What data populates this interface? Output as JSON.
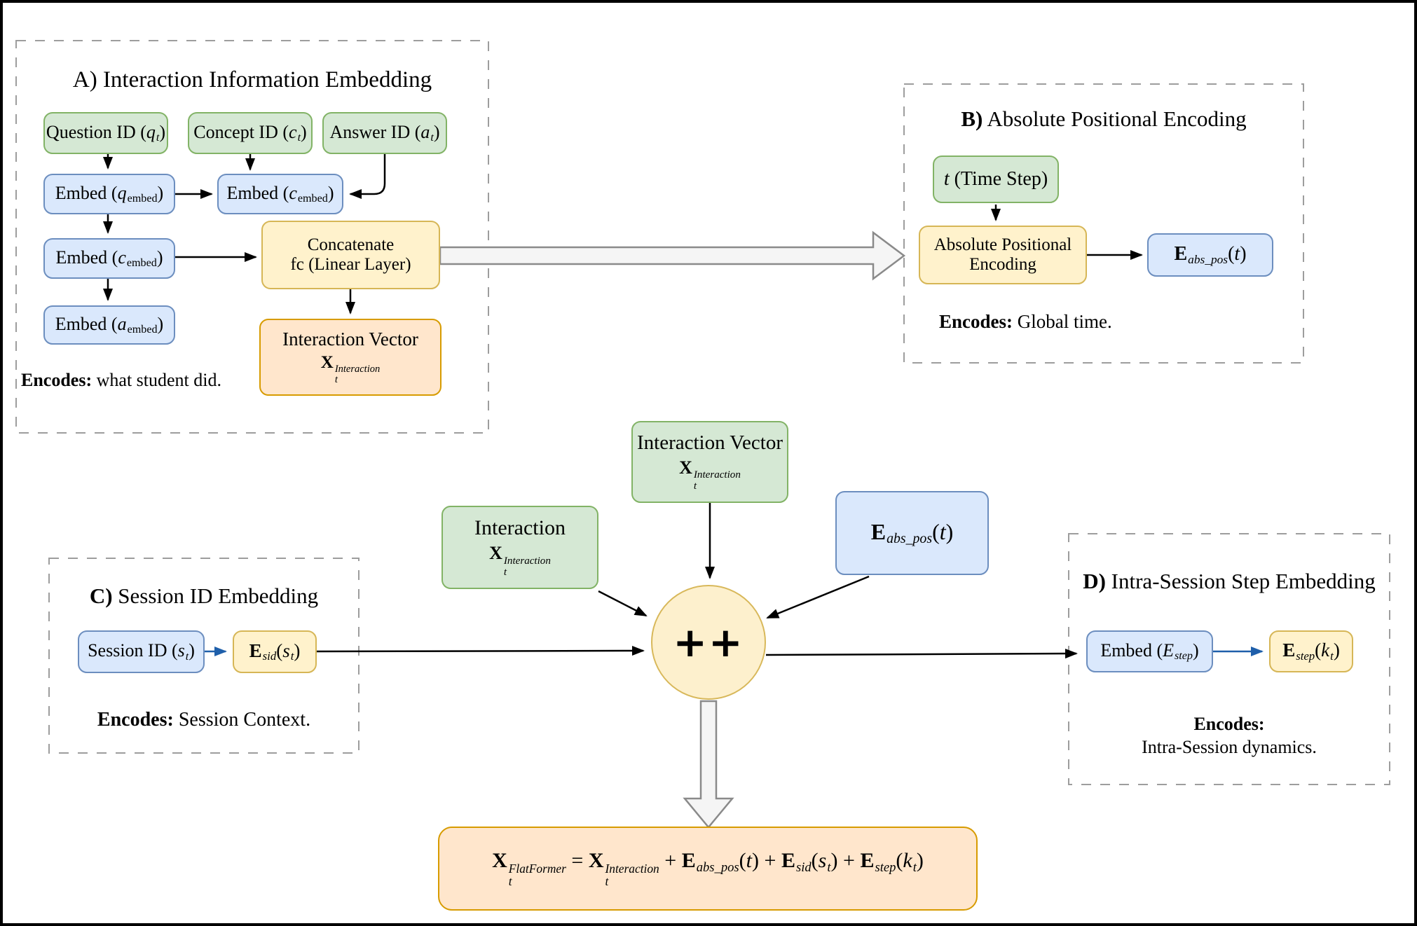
{
  "colors": {
    "green_fill": "#d5e8d4",
    "green_stroke": "#82b366",
    "blue_fill": "#dae8fc",
    "blue_stroke": "#6c8ebf",
    "yellow_fill": "#fff2cc",
    "yellow_stroke": "#d6b656",
    "orange_fill": "#ffe6cc",
    "orange_stroke": "#d79b00",
    "circle_fill": "#fdf0cd",
    "circle_stroke": "#d8b85a",
    "dashed_border": "#9d9d9d",
    "arrow_black": "#000000",
    "arrow_blue": "#1f5faa",
    "hollow_arrow_fill": "#f5f5f5",
    "hollow_arrow_stroke": "#8a8a8a"
  },
  "panel_a": {
    "title_prefix": "A)",
    "title_rest": " Interaction Information Embedding",
    "question_box": [
      {
        "x": "Question ID ("
      },
      {
        "s": "i",
        "x": "q",
        "sub": "t"
      },
      {
        "x": ")"
      }
    ],
    "concept_box": [
      {
        "x": "Concept ID ("
      },
      {
        "s": "i",
        "x": "c",
        "sub": "t"
      },
      {
        "x": ")"
      }
    ],
    "answer_box": [
      {
        "x": "Answer ID ("
      },
      {
        "s": "i",
        "x": "a",
        "sub": "t"
      },
      {
        "x": ")"
      }
    ],
    "embed_q": [
      {
        "x": "Embed ("
      },
      {
        "s": "i",
        "x": "q",
        "sub": "embed",
        "subr": true
      },
      {
        "x": ")"
      }
    ],
    "embed_c1": [
      {
        "x": "Embed ("
      },
      {
        "s": "i",
        "x": "c",
        "sub": "embed",
        "subr": true
      },
      {
        "x": ")"
      }
    ],
    "embed_c2": [
      {
        "x": "Embed ("
      },
      {
        "s": "i",
        "x": "c",
        "sub": "embed",
        "subr": true
      },
      {
        "x": ")"
      }
    ],
    "embed_a": [
      {
        "x": "Embed ("
      },
      {
        "s": "i",
        "x": "a",
        "sub": "embed",
        "subr": true
      },
      {
        "x": ")"
      }
    ],
    "concat_line1": "Concatenate",
    "concat_line2": "fc (Linear Layer)",
    "ivec_line1": "Interaction Vector",
    "ivec_math": [
      {
        "s": "b",
        "x": "X",
        "sub": "t",
        "sup": "Interaction"
      }
    ],
    "encodes_bold": "Encodes:",
    "encodes_rest": " what student did."
  },
  "panel_b": {
    "title_prefix": "B)",
    "title_rest": " Absolute Positional Encoding",
    "time_box": [
      {
        "s": "i",
        "x": "t"
      },
      {
        "x": " (Time Step)"
      }
    ],
    "ape_line1": "Absolute Positional",
    "ape_line2": "Encoding",
    "eabs_math": [
      {
        "s": "b",
        "x": "E",
        "sub": "abs_pos"
      },
      {
        "x": "("
      },
      {
        "s": "i",
        "x": "t"
      },
      {
        "x": ")"
      }
    ],
    "encodes_bold": "Encodes:",
    "encodes_rest": " Global time."
  },
  "panel_c": {
    "title_prefix": "C)",
    "title_rest": " Session ID Embedding",
    "session_box": [
      {
        "x": "Session ID ("
      },
      {
        "s": "i",
        "x": "s",
        "sub": "t"
      },
      {
        "x": ")"
      }
    ],
    "esid_math": [
      {
        "s": "b",
        "x": "E",
        "sub": "sid"
      },
      {
        "x": "("
      },
      {
        "s": "i",
        "x": "s",
        "sub": "t"
      },
      {
        "x": ")"
      }
    ],
    "encodes_bold": "Encodes:",
    "encodes_rest": " Session Context."
  },
  "panel_d": {
    "title_prefix": "D)",
    "title_rest": " Intra-Session Step Embedding",
    "embed_estep": [
      {
        "x": "Embed ("
      },
      {
        "s": "i",
        "x": "E",
        "sub": "step"
      },
      {
        "x": ")"
      }
    ],
    "estep_math": [
      {
        "s": "b",
        "x": "E",
        "sub": "step"
      },
      {
        "x": "("
      },
      {
        "s": "i",
        "x": "k",
        "sub": "t"
      },
      {
        "x": ")"
      }
    ],
    "encodes_bold": "Encodes:",
    "encodes_line2": "Intra-Session dynamics."
  },
  "center": {
    "interaction_line1": "Interaction",
    "interaction_math": [
      {
        "s": "b",
        "x": "X",
        "sub": "t",
        "sup": "Interaction"
      }
    ],
    "ivec_line1": "Interaction Vector",
    "ivec_math": [
      {
        "s": "b",
        "x": "X",
        "sub": "t",
        "sup": "Interaction"
      }
    ],
    "eabs_math": [
      {
        "s": "b",
        "x": "E",
        "sub": "abs_pos"
      },
      {
        "x": "("
      },
      {
        "s": "i",
        "x": "t"
      },
      {
        "x": ")"
      }
    ],
    "merge_symbol": "++"
  },
  "formula": [
    {
      "s": "b",
      "x": "X",
      "sub": "t",
      "sup": "FlatFormer"
    },
    {
      "x": " = "
    },
    {
      "s": "b",
      "x": "X",
      "sub": "t",
      "sup": "Interaction"
    },
    {
      "x": " + "
    },
    {
      "s": "b",
      "x": "E",
      "sub": "abs_pos"
    },
    {
      "x": "("
    },
    {
      "s": "i",
      "x": "t"
    },
    {
      "x": ")"
    },
    {
      "x": " + "
    },
    {
      "s": "b",
      "x": "E",
      "sub": "sid"
    },
    {
      "x": "("
    },
    {
      "s": "i",
      "x": "s",
      "sub": "t"
    },
    {
      "x": ")"
    },
    {
      "x": " + "
    },
    {
      "s": "b",
      "x": "E",
      "sub": "step"
    },
    {
      "x": "("
    },
    {
      "s": "i",
      "x": "k",
      "sub": "t"
    },
    {
      "x": ")"
    }
  ]
}
